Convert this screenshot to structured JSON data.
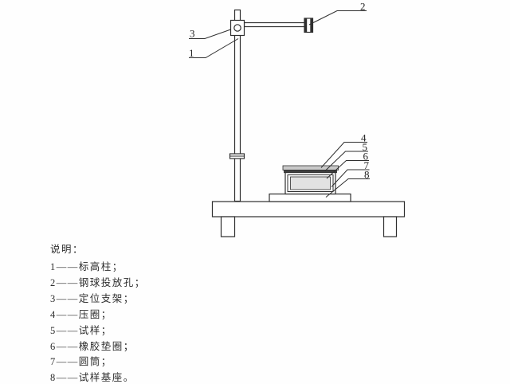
{
  "figure": {
    "description": "落球冲击试验装置示意图",
    "callouts": [
      {
        "num": "1"
      },
      {
        "num": "2"
      },
      {
        "num": "3"
      },
      {
        "num": "4"
      },
      {
        "num": "5"
      },
      {
        "num": "6"
      },
      {
        "num": "7"
      },
      {
        "num": "8"
      }
    ],
    "parts": [
      "height-column",
      "steel-ball-drop-hole",
      "positioning-bracket",
      "pressure-ring",
      "specimen",
      "rubber-gasket",
      "cylinder",
      "specimen-base"
    ]
  },
  "legend": {
    "title": "说明：",
    "items": [
      {
        "text": "1——标高柱；"
      },
      {
        "text": "2——钢球投放孔；"
      },
      {
        "text": "3——定位支架；"
      },
      {
        "text": "4——压圈；"
      },
      {
        "text": "5——试样；"
      },
      {
        "text": "6——橡胶垫圈；"
      },
      {
        "text": "7——圆筒；"
      },
      {
        "text": "8——试样基座。"
      }
    ]
  },
  "colors": {
    "line": "#2f2f2f",
    "pressure_ring_fill": "#c9c9c9",
    "specimen_fill": "#3f3f3f",
    "gasket_fill": "#e2e2e2",
    "background": "#fefefe"
  }
}
